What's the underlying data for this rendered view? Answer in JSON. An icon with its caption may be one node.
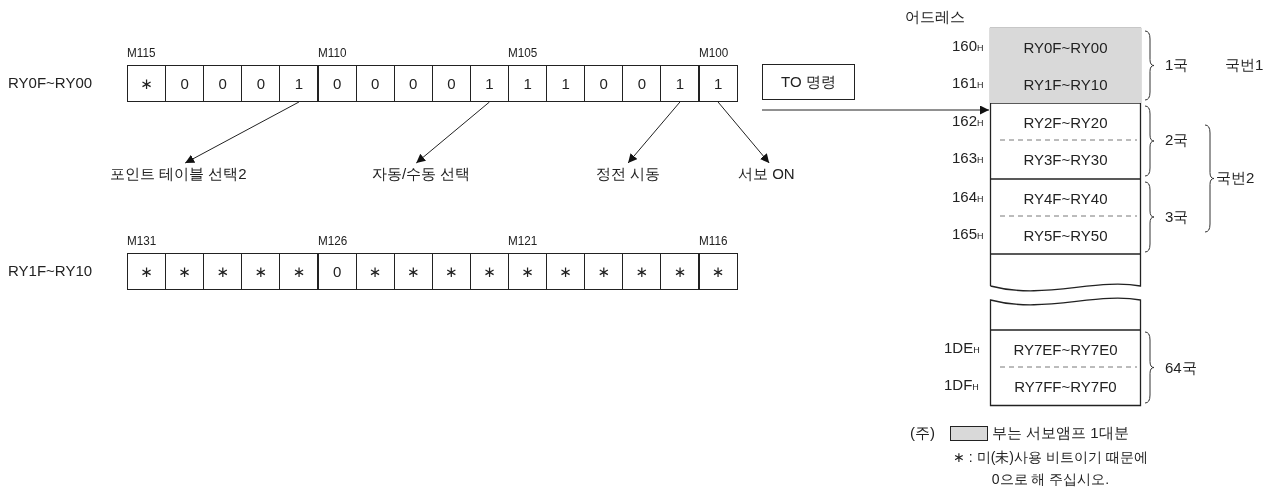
{
  "diagram": {
    "nodes": [
      {
        "text": [
          "∗"
        ]
      },
      {
        "text": [
          "0"
        ]
      },
      {
        "text": [
          "0"
        ]
      },
      {
        "text": [
          "0"
        ]
      },
      {
        "text": [
          "1"
        ]
      },
      {
        "text": [
          "0"
        ]
      },
      {
        "text": [
          "0"
        ]
      },
      {
        "text": [
          "0"
        ]
      },
      {
        "text": [
          "0"
        ]
      },
      {
        "text": [
          "1"
        ]
      },
      {
        "text": [
          "1"
        ]
      },
      {
        "text": [
          "1"
        ]
      },
      {
        "text": [
          "0"
        ]
      },
      {
        "text": [
          "0"
        ]
      },
      {
        "text": [
          "1"
        ]
      },
      {
        "text": [
          "1"
        ]
      },
      {
        "text": [
          "포인트 테이블 선택2"
        ]
      },
      {
        "text": [
          "자동/수동 선택"
        ]
      },
      {
        "text": [
          "정전 시동"
        ]
      },
      {
        "text": [
          "서보 ON"
        ]
      },
      {
        "text": [
          "∗"
        ]
      },
      {
        "text": [
          "∗"
        ]
      },
      {
        "text": [
          "∗"
        ]
      },
      {
        "text": [
          "∗"
        ]
      },
      {
        "text": [
          "∗"
        ]
      },
      {
        "text": [
          "0"
        ]
      },
      {
        "text": [
          "∗"
        ]
      },
      {
        "text": [
          "∗"
        ]
      },
      {
        "text": [
          "∗"
        ]
      },
      {
        "text": [
          "∗"
        ]
      },
      {
        "text": [
          "∗"
        ]
      },
      {
        "text": [
          "∗"
        ]
      },
      {
        "text": [
          "∗"
        ]
      },
      {
        "text": [
          "∗"
        ]
      },
      {
        "text": [
          "∗"
        ]
      },
      {
        "text": [
          "∗"
        ]
      },
      {
        "text": [],
        "shape": "box"
      },
      {
        "text": [
          "RY0F~RY00"
        ],
        "in": 36
      },
      {
        "text": [
          "RY1F~RY10"
        ],
        "in": 36
      },
      {
        "text": [
          "RY2F~RY20"
        ],
        "in": 36
      },
      {
        "text": [
          "RY3F~RY30"
        ],
        "in": 36
      },
      {
        "text": [
          "RY4F~RY40"
        ],
        "in": 36
      },
      {
        "text": [
          "RY5F~RY50"
        ],
        "in": 36
      },
      {
        "text": [
          "RY7EF~RY7E0"
        ],
        "in": 36
      },
      {
        "text": [
          "RY7FF~RY7F0"
        ],
        "in": 36
      }
    ],
    "edges": [
      {
        "from": 4,
        "to": 16,
        "arrow": "to"
      },
      {
        "from": 9,
        "to": 17,
        "arrow": "to"
      },
      {
        "from": 14,
        "to": 18,
        "arrow": "to"
      },
      {
        "from": 15,
        "to": 19,
        "arrow": "to"
      },
      {
        "from": null,
        "to": 36,
        "arrow": "to",
        "label": "TO 명령"
      }
    ],
    "labels": [
      "어드레스",
      "M115",
      "M110",
      "M105",
      "M100",
      "160$_{H}$",
      "RY0F~RY00",
      "1국",
      "국번1",
      "161$_{H}$",
      "162$_{H}$",
      "2국",
      "163$_{H}$",
      "국번2",
      "164$_{H}$",
      "3국",
      "165$_{H}$",
      "M131",
      "M126",
      "M121",
      "M116",
      "RY1F~RY10",
      "1DE$_{H}$",
      "64국",
      "1DF$_{H}$",
      "(주)",
      "∗ : 미(未)사용 비트이기 때문에 0으로 해 주십시오."
    ],
    "legend": [
      {
        "text": "부는 서보앰프 1대분",
        "color": "#d9d9d9"
      }
    ]
  }
}
